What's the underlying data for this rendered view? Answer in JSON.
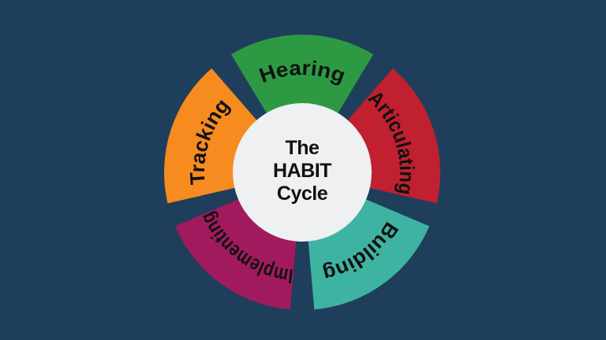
{
  "title": {
    "line1": "The",
    "line2": "HABIT",
    "line3": "Cycle"
  },
  "segments": [
    {
      "label": "Hearing",
      "color": "#2d9a43"
    },
    {
      "label": "Articulating",
      "color": "#c0202f"
    },
    {
      "label": "Building",
      "color": "#3fb3a2"
    },
    {
      "label": "Implementing",
      "color": "#a21a5e"
    },
    {
      "label": "Tracking",
      "color": "#f68b1f"
    }
  ],
  "colors": {
    "background": "#1f3e5c",
    "center_circle": "#eef0f1",
    "text": "#111111"
  }
}
